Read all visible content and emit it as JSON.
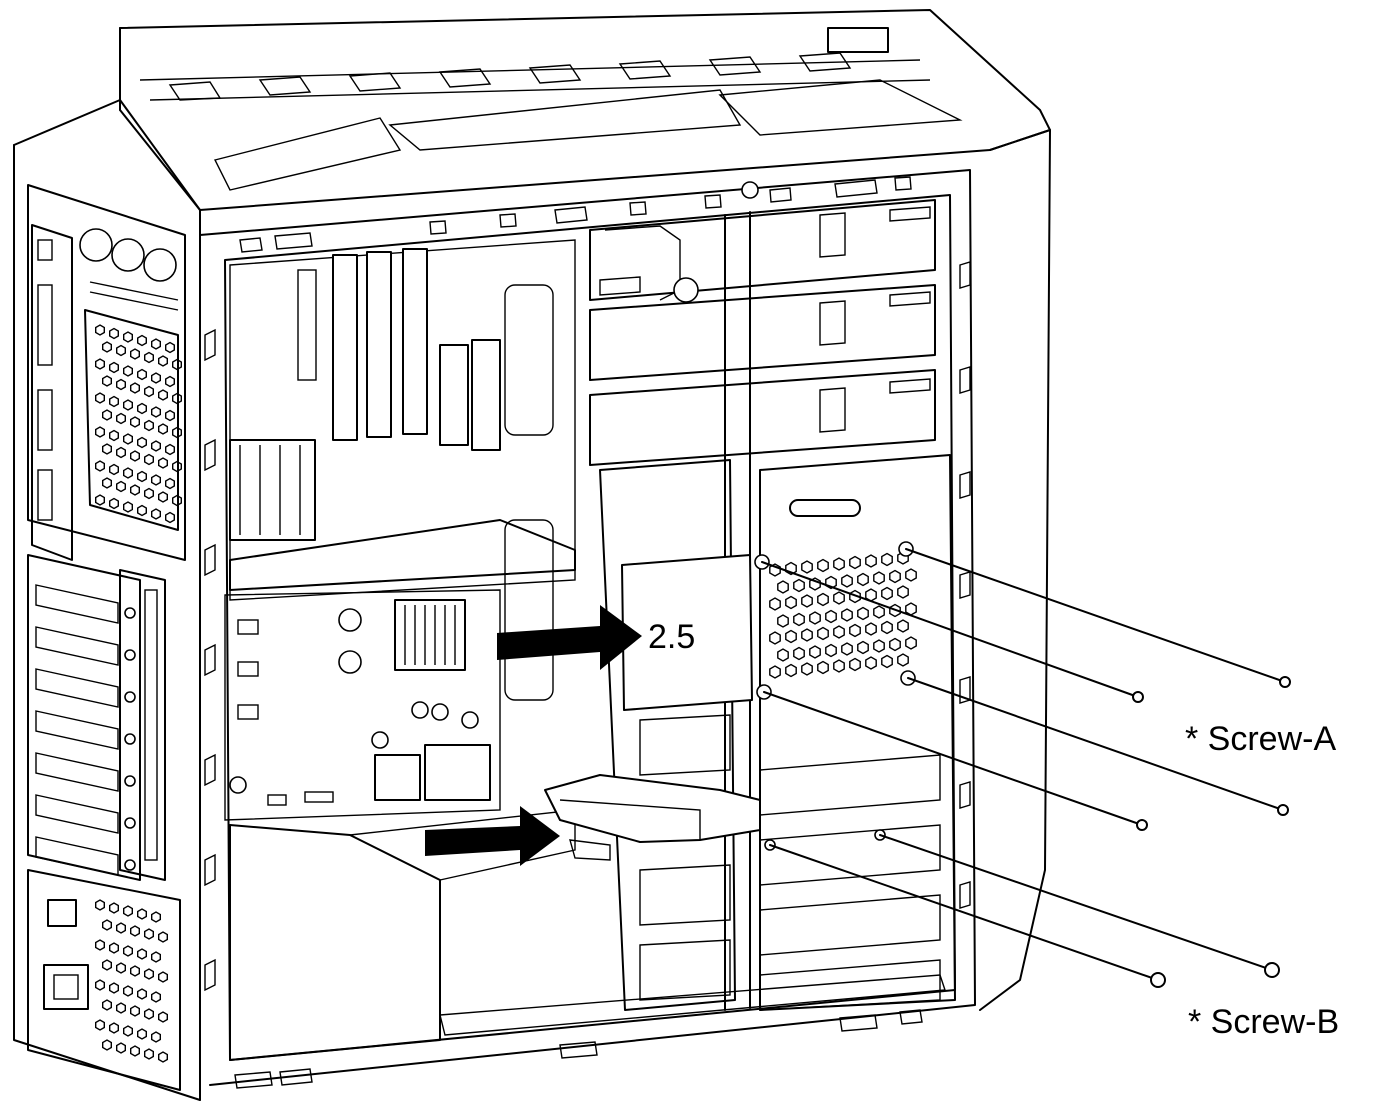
{
  "labels": {
    "drive_size": "2.5",
    "screw_a": "* Screw-A",
    "screw_b": "* Screw-B"
  },
  "colors": {
    "ink": "#000000",
    "background": "#ffffff"
  }
}
